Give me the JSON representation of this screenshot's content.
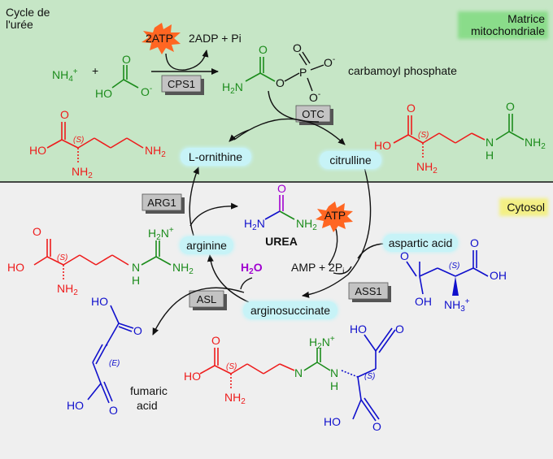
{
  "regions": {
    "top_left_title": [
      "Cycle de",
      "l'urée"
    ],
    "mito_label": [
      "Matrice",
      "mitochondriale"
    ],
    "cytosol_label": "Cytosol"
  },
  "colors": {
    "mito_bg": "#c6e6c6",
    "cytosol_bg": "#efefef",
    "red": "#ee1c1c",
    "green": "#1c8c1c",
    "blue": "#1010cc",
    "purple": "#a000d0",
    "pill": "#c7f3f7",
    "enzyme_box": "#bfbfbf",
    "atp_star": "#ff6622"
  },
  "reactants": {
    "ammonium": "NH4+",
    "plus": "+",
    "atp_in": "2ATP",
    "adp_out": "2ADP + Pi",
    "bicarbonate_ho": "HO",
    "bicarbonate_o": "O",
    "bicarbonate_om": "O-"
  },
  "carbamoyl_phosphate": {
    "name": "carbamoyl phosphate",
    "atoms": [
      "O",
      "H2N",
      "O",
      "P",
      "O",
      "O-",
      "O-"
    ]
  },
  "enzymes": [
    "CPS1",
    "OTC",
    "ARG1",
    "ASL",
    "ASS1"
  ],
  "metabolites": {
    "ornithine": "L-ornithine",
    "citrulline": "citrulline",
    "arginine": "arginine",
    "argininosuccinate": "arginosuccinate",
    "aspartic_acid": "aspartic acid",
    "fumaric_acid": [
      "fumaric",
      "acid"
    ],
    "urea": "UREA",
    "water": "H2O",
    "atp": "ATP",
    "amp_out": "AMP + 2Pi"
  },
  "structure_labels": {
    "stereo_s": "(S)",
    "stereo_e": "(E)",
    "o": "O",
    "ho": "HO",
    "oh": "OH",
    "nh2": "NH2",
    "nh": "NH",
    "h2n": "H2N",
    "n": "N",
    "h": "H",
    "h2n_plus": "H2N+",
    "nh3_plus": "NH3+"
  }
}
